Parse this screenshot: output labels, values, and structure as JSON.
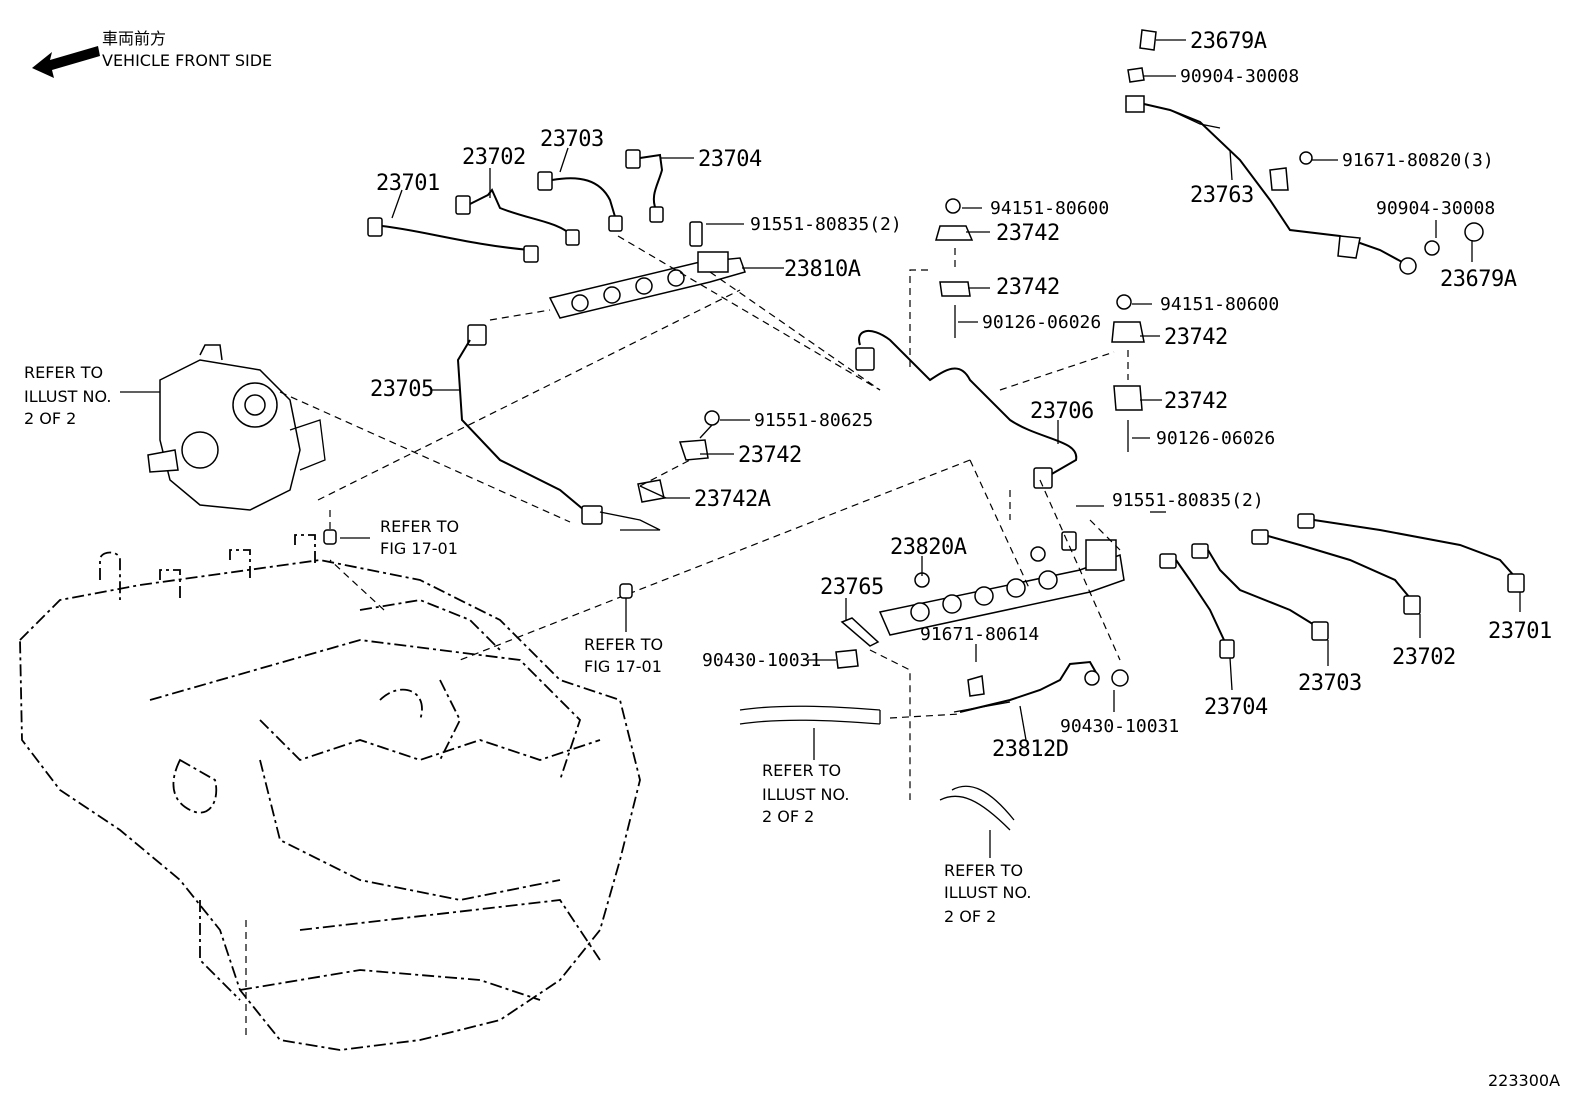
{
  "header": {
    "direction_jp": "車両前方",
    "direction_en": "VEHICLE FRONT SIDE"
  },
  "notes": {
    "refer_illust_left": [
      "REFER TO",
      "ILLUST NO.",
      "2 OF 2"
    ],
    "refer_fig_1": [
      "REFER TO",
      "FIG 17-01"
    ],
    "refer_fig_2": [
      "REFER TO",
      "FIG 17-01"
    ],
    "refer_illust_mid": [
      "REFER TO",
      "ILLUST NO.",
      "2 OF 2"
    ],
    "refer_illust_bottom": [
      "REFER TO",
      "ILLUST NO.",
      "2 OF 2"
    ]
  },
  "parts": {
    "p23679A_top": "23679A",
    "p90904_top": "90904-30008",
    "p91671_80820": "91671-80820(3)",
    "p23763": "23763",
    "p90904_right": "90904-30008",
    "p23679A_right": "23679A",
    "p23701_top": "23701",
    "p23702_top": "23702",
    "p23703_top": "23703",
    "p23704_top": "23704",
    "p91551_80835_top": "91551-80835(2)",
    "p23810A": "23810A",
    "p94151_top": "94151-80600",
    "p23742_a": "23742",
    "p23742_b": "23742",
    "p90126_top": "90126-06026",
    "p94151_mid": "94151-80600",
    "p23742_c": "23742",
    "p23742_d": "23742",
    "p90126_mid": "90126-06026",
    "p23705": "23705",
    "p23706": "23706",
    "p91551_80625": "91551-80625",
    "p23742_e": "23742",
    "p23742A": "23742A",
    "p91551_80835_mid": "91551-80835(2)",
    "p23820A": "23820A",
    "p23765": "23765",
    "p91671_80614": "91671-80614",
    "p90430_left": "90430-10031",
    "p90430_right": "90430-10031",
    "p23812D": "23812D",
    "p23701_bottom": "23701",
    "p23702_bottom": "23702",
    "p23703_bottom": "23703",
    "p23704_bottom": "23704"
  },
  "footer": {
    "figure_code": "223300A"
  }
}
